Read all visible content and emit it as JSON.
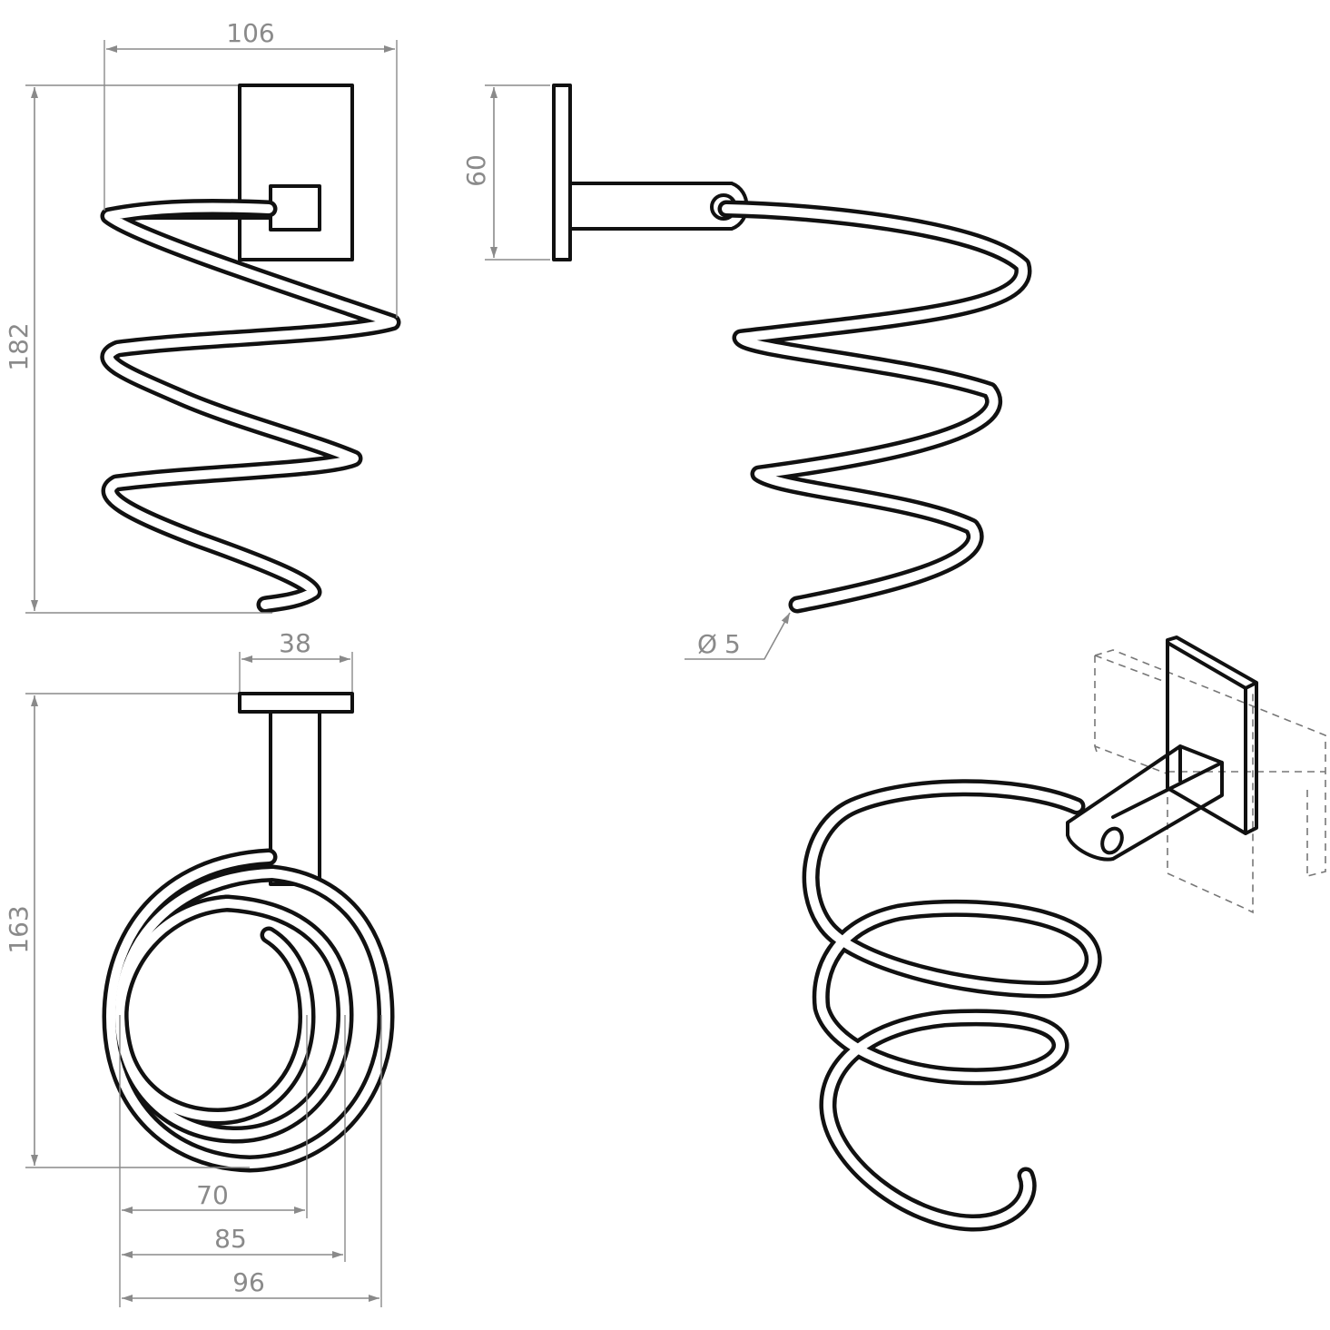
{
  "dimensions": {
    "top_width": "106",
    "front_height": "182",
    "side_plate_height": "60",
    "wire_diameter": "5",
    "wire_diameter_prefix": "Ø",
    "plate_depth": "38",
    "plan_height": "163",
    "inner_diameter": "70",
    "mid_diameter": "85",
    "outer_diameter": "96"
  }
}
